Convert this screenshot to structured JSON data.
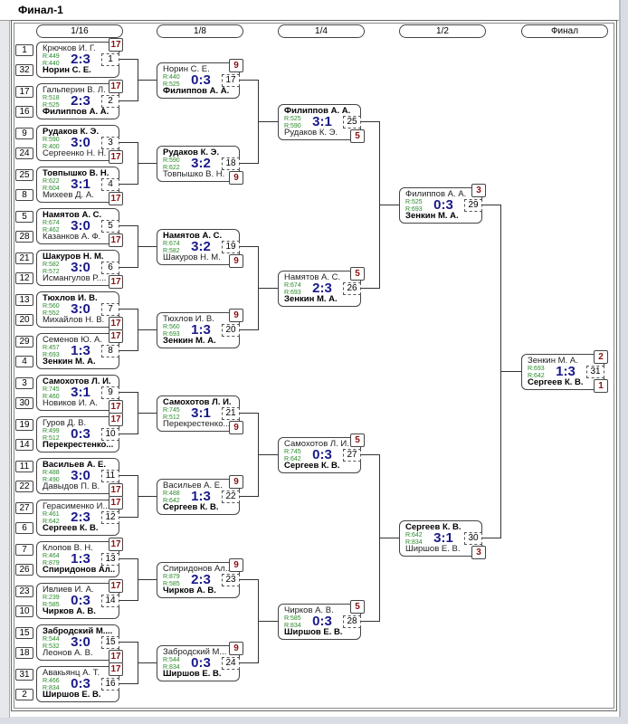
{
  "window": {
    "title": "Финал-1"
  },
  "rounds": [
    "1/16",
    "1/8",
    "1/4",
    "1/2",
    "Финал"
  ],
  "matches": [
    {
      "n": "1",
      "top": "Крючков И. Г.",
      "bot": "Норин С. Е.",
      "rt": "R:449",
      "rb": "R:440",
      "score": "2:3",
      "winner": "bot",
      "seedTop": "1",
      "seedBot": "32",
      "place": "17"
    },
    {
      "n": "2",
      "top": "Гальперин В. Л.",
      "bot": "Филиппов А. А.",
      "rt": "R:518",
      "rb": "R:525",
      "score": "2:3",
      "winner": "bot",
      "seedTop": "17",
      "seedBot": "16",
      "place": "17"
    },
    {
      "n": "3",
      "top": "Рудаков К. Э.",
      "bot": "Сергеенко Н. Н.",
      "rt": "R:590",
      "rb": "R:400",
      "score": "3:0",
      "winner": "top",
      "seedTop": "9",
      "seedBot": "24",
      "place": "17"
    },
    {
      "n": "4",
      "top": "Товпышко В. Н.",
      "bot": "Михеев Д. А.",
      "rt": "R:622",
      "rb": "R:604",
      "score": "3:1",
      "winner": "top",
      "seedTop": "25",
      "seedBot": "8",
      "place": "17"
    },
    {
      "n": "5",
      "top": "Намятов А. С.",
      "bot": "Казанков А. Ф.",
      "rt": "R:674",
      "rb": "R:462",
      "score": "3:0",
      "winner": "top",
      "seedTop": "5",
      "seedBot": "28",
      "place": "17"
    },
    {
      "n": "6",
      "top": "Шакуров Н. М.",
      "bot": "Исмангулов Р....",
      "rt": "R:582",
      "rb": "R:572",
      "score": "3:0",
      "winner": "top",
      "seedTop": "21",
      "seedBot": "12",
      "place": "17"
    },
    {
      "n": "7",
      "top": "Тюхлов И. В.",
      "bot": "Михайлов Н. В.",
      "rt": "R:560",
      "rb": "R:552",
      "score": "3:0",
      "winner": "top",
      "seedTop": "13",
      "seedBot": "20",
      "place": "17"
    },
    {
      "n": "8",
      "top": "Семенов Ю. А.",
      "bot": "Зенкин М. А.",
      "rt": "R:457",
      "rb": "R:693",
      "score": "1:3",
      "winner": "bot",
      "seedTop": "29",
      "seedBot": "4",
      "place": "17"
    },
    {
      "n": "9",
      "top": "Самохотов Л. И.",
      "bot": "Новиков И. А.",
      "rt": "R:745",
      "rb": "R:460",
      "score": "3:1",
      "winner": "top",
      "seedTop": "3",
      "seedBot": "30",
      "place": "17"
    },
    {
      "n": "10",
      "top": "Гуров Д. В.",
      "bot": "Перекрестенко...",
      "rt": "R:499",
      "rb": "R:512",
      "score": "0:3",
      "winner": "bot",
      "seedTop": "19",
      "seedBot": "14",
      "place": "17"
    },
    {
      "n": "11",
      "top": "Васильев А. Е.",
      "bot": "Давыдов П. В.",
      "rt": "R:488",
      "rb": "R:490",
      "score": "3:0",
      "winner": "top",
      "seedTop": "11",
      "seedBot": "22",
      "place": "17"
    },
    {
      "n": "12",
      "top": "Герасименко И....",
      "bot": "Сергеев К. В.",
      "rt": "R:461",
      "rb": "R:642",
      "score": "2:3",
      "winner": "bot",
      "seedTop": "27",
      "seedBot": "6",
      "place": "17"
    },
    {
      "n": "13",
      "top": "Клопов В. Н.",
      "bot": "Спиридонов Ал...",
      "rt": "R:464",
      "rb": "R:879",
      "score": "1:3",
      "winner": "bot",
      "seedTop": "7",
      "seedBot": "26",
      "place": "17"
    },
    {
      "n": "14",
      "top": "Ивлиев И. А.",
      "bot": "Чирков А. В.",
      "rt": "R:239",
      "rb": "R:585",
      "score": "0:3",
      "winner": "bot",
      "seedTop": "23",
      "seedBot": "10",
      "place": "17"
    },
    {
      "n": "15",
      "top": "Забродский М....",
      "bot": "Леонов А. В.",
      "rt": "R:544",
      "rb": "R:532",
      "score": "3:0",
      "winner": "top",
      "seedTop": "15",
      "seedBot": "18",
      "place": "17"
    },
    {
      "n": "16",
      "top": "Авакьянц А. Т.",
      "bot": "Ширшов Е. В.",
      "rt": "R:466",
      "rb": "R:834",
      "score": "0:3",
      "winner": "bot",
      "seedTop": "31",
      "seedBot": "2",
      "place": "17"
    },
    {
      "n": "17",
      "top": "Норин С. Е.",
      "bot": "Филиппов А. А.",
      "rt": "R:440",
      "rb": "R:525",
      "score": "0:3",
      "winner": "bot",
      "place": "9"
    },
    {
      "n": "18",
      "top": "Рудаков К. Э.",
      "bot": "Товпышко В. Н.",
      "rt": "R:590",
      "rb": "R:622",
      "score": "3:2",
      "winner": "top",
      "place": "9"
    },
    {
      "n": "19",
      "top": "Намятов А. С.",
      "bot": "Шакуров Н. М.",
      "rt": "R:674",
      "rb": "R:582",
      "score": "3:2",
      "winner": "top",
      "place": "9"
    },
    {
      "n": "20",
      "top": "Тюхлов И. В.",
      "bot": "Зенкин М. А.",
      "rt": "R:560",
      "rb": "R:693",
      "score": "1:3",
      "winner": "bot",
      "place": "9"
    },
    {
      "n": "21",
      "top": "Самохотов Л. И.",
      "bot": "Перекрестенко...",
      "rt": "R:745",
      "rb": "R:512",
      "score": "3:1",
      "winner": "top",
      "place": "9"
    },
    {
      "n": "22",
      "top": "Васильев А. Е.",
      "bot": "Сергеев К. В.",
      "rt": "R:488",
      "rb": "R:642",
      "score": "1:3",
      "winner": "bot",
      "place": "9"
    },
    {
      "n": "23",
      "top": "Спиридонов Ал...",
      "bot": "Чирков А. В.",
      "rt": "R:879",
      "rb": "R:585",
      "score": "2:3",
      "winner": "bot",
      "place": "9"
    },
    {
      "n": "24",
      "top": "Забродский М...",
      "bot": "Ширшов Е. В.",
      "rt": "R:544",
      "rb": "R:834",
      "score": "0:3",
      "winner": "bot",
      "place": "9"
    },
    {
      "n": "25",
      "top": "Филиппов А. А.",
      "bot": "Рудаков К. Э.",
      "rt": "R:525",
      "rb": "R:590",
      "score": "3:1",
      "winner": "top",
      "place": "5"
    },
    {
      "n": "26",
      "top": "Намятов А. С.",
      "bot": "Зенкин М. А.",
      "rt": "R:674",
      "rb": "R:693",
      "score": "2:3",
      "winner": "bot",
      "place": "5"
    },
    {
      "n": "27",
      "top": "Самохотов Л. И.",
      "bot": "Сергеев К. В.",
      "rt": "R:745",
      "rb": "R:642",
      "score": "0:3",
      "winner": "bot",
      "place": "5"
    },
    {
      "n": "28",
      "top": "Чирков А. В.",
      "bot": "Ширшов Е. В.",
      "rt": "R:585",
      "rb": "R:834",
      "score": "0:3",
      "winner": "bot",
      "place": "5"
    },
    {
      "n": "29",
      "top": "Филиппов А. А.",
      "bot": "Зенкин М. А.",
      "rt": "R:525",
      "rb": "R:693",
      "score": "0:3",
      "winner": "bot",
      "place": "3"
    },
    {
      "n": "30",
      "top": "Сергеев К. В.",
      "bot": "Ширшов Е. В.",
      "rt": "R:642",
      "rb": "R:834",
      "score": "3:1",
      "winner": "top",
      "place": "3"
    },
    {
      "n": "31",
      "top": "Зенкин М. А.",
      "bot": "Сергеев К. В.",
      "rt": "R:693",
      "rb": "R:642",
      "score": "1:3",
      "winner": "bot",
      "place": "2",
      "place2": "1"
    }
  ]
}
